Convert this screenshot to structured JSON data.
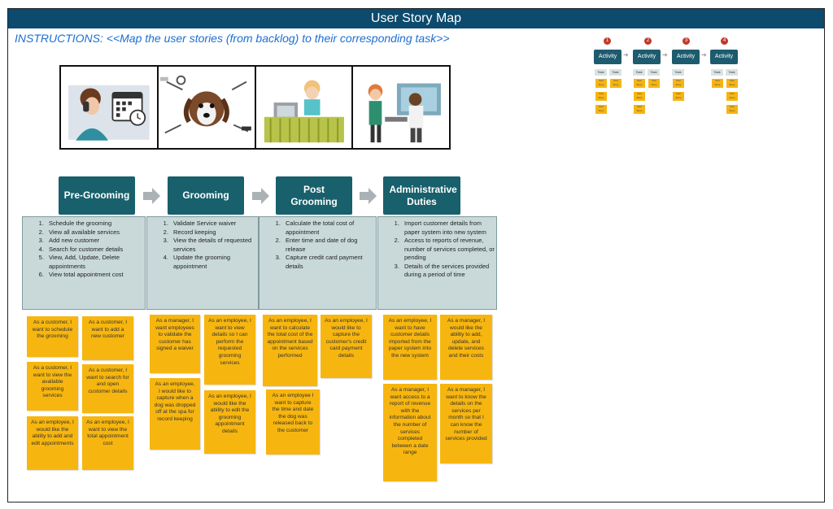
{
  "title": "User Story Map",
  "instructions": "INSTRUCTIONS: <<Map the user stories (from backlog) to their corresponding task>>",
  "legend": {
    "badges": [
      "1",
      "2",
      "3",
      "4"
    ],
    "activity_label": "Activity",
    "task_label": "Task",
    "note_label": "User Story"
  },
  "activities": [
    {
      "name": "Pre-Grooming",
      "tasks": [
        "Schedule the grooming",
        "View all available services",
        "Add new customer",
        "Search for customer details",
        "View, Add, Update, Delete appointments",
        "View total appointment cost"
      ],
      "stories": [
        "As a customer, I want to schedule the grooming",
        "As a customer, I want to add a new customer",
        "As a customer, I want to view the available grooming services",
        "As a customer, I want to search for and open customer details",
        "As an employee, I would like the ability to add and edit appointments",
        "As an employee, I want to view the total appointment cost"
      ]
    },
    {
      "name": "Grooming",
      "tasks": [
        "Validate Service waiver",
        "Record keeping",
        "View the details of requested services",
        "Update the grooming appointment"
      ],
      "stories": [
        "As a manager, I want employees to validate the customer has signed a waiver",
        "As an employee, I want to view details so I can perform the requested grooming services",
        "As an employee, I would like to capture when a dog was dropped off at the spa for record keeping",
        "As an employee, I would like the ability to edit the grooming appointment details"
      ]
    },
    {
      "name": "Post Grooming",
      "tasks": [
        "Calculate the total cost of appointment",
        "Enter time and date of dog release",
        "Capture credit card payment details"
      ],
      "stories": [
        "As an employee, I want to calculate the total cost of the appointment based on the services performed",
        "As an employee, I would like to capture the customer's credit card payment details",
        "As an employee I want to capture the time and date the dog was released back to the customer"
      ]
    },
    {
      "name": "Administrative Duties",
      "tasks": [
        "Import customer details from paper system into new system",
        "Access to reports of revenue, number of services completed, or pending",
        "Details of the services provided during a period of time"
      ],
      "stories": [
        "As an employee, I want to have customer details imported from the paper system into the new system",
        "As a manager, I would like the ability to add, update, and delete services and their costs",
        "As a manager, I want access to a report of revenue with the information about the number of services completed between a date range",
        "As a manager, I want to know the details on the services per month so that I can know the number of services provided"
      ]
    }
  ],
  "colors": {
    "title_bar": "#0c4a6e",
    "activity": "#18606c",
    "tasks_bg": "#c9d9da",
    "note": "#f7b60f",
    "instructions": "#1b6fd1"
  }
}
